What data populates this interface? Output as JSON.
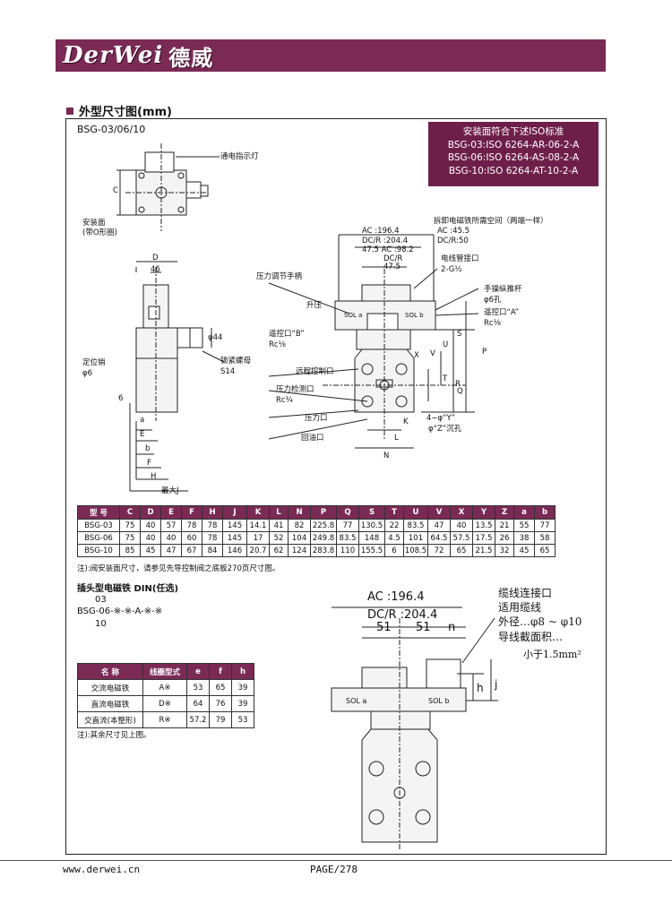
{
  "header": {
    "brand": "DerWei",
    "brand_cn": "德威"
  },
  "section": {
    "title": "外型尺寸图(mm)"
  },
  "model": "BSG-03/06/10",
  "iso_box": {
    "title": "安装面符合下述ISO标准",
    "lines": [
      "BSG-03:ISO 6264-AR-06-2-A",
      "BSG-06:ISO 6264-AS-08-2-A",
      "BSG-10:ISO 6264-AT-10-2-A"
    ]
  },
  "drawing_labels": {
    "power_lamp": "通电指示灯",
    "mount_face": "安装面",
    "o_ring": "(带O形圈)",
    "locate_pin": "定位销",
    "phi6": "φ6",
    "six": "6",
    "max_j": "最大J",
    "d": "D",
    "c": "C",
    "forty_six": "46",
    "phi44": "φ44",
    "lock_nut": "锁紧螺母",
    "s14": "S14",
    "a": "a",
    "e": "E",
    "b": "b",
    "f": "F",
    "h": "H",
    "space_note": "拆卸电磁铁所需空间（两端一样）",
    "ac_1964": "AC   :196.4",
    "ac_455": "AC   :45.5",
    "dcr_2044": "DC/R        :204.4",
    "ac_982": "47.5    AC    :98.2",
    "dcr_50": "DC/R:50",
    "dcr_475": "DC/R",
    "v475": "47.5",
    "conduit": "电线管接口",
    "g12": "2-G½",
    "handle_adj": "压力调节手柄",
    "raise": "升压",
    "manual_rod": "手操纵推杆",
    "phi6_hole": "φ6孔",
    "remote_a": "遥控口“A”",
    "rc18_a": "Rc⅛",
    "remote_b": "遥控口“B”",
    "rc18_b": "Rc⅛",
    "remote_ctrl": "远程控制口",
    "press_check": "压力检测口",
    "rc14": "Rc¼",
    "press_port": "压力口",
    "return_port": "回油口",
    "four_phi_y": "4−φ“Y”",
    "phi_z": "φ“Z”沉孔",
    "sol_a": "SOL a",
    "sol_b": "SOL b",
    "p": "P",
    "s": "S",
    "r": "R",
    "u": "U",
    "v": "V",
    "x": "X",
    "t": "T",
    "q": "Q",
    "k": "K",
    "l": "L",
    "n": "N"
  },
  "dim_table": {
    "headers": [
      "型 号",
      "C",
      "D",
      "E",
      "F",
      "H",
      "J",
      "K",
      "L",
      "N",
      "P",
      "Q",
      "S",
      "T",
      "U",
      "V",
      "X",
      "Y",
      "Z",
      "a",
      "b"
    ],
    "rows": [
      [
        "BSG-03",
        "75",
        "40",
        "57",
        "78",
        "78",
        "145",
        "14.1",
        "41",
        "82",
        "225.8",
        "77",
        "130.5",
        "22",
        "83.5",
        "47",
        "40",
        "13.5",
        "21",
        "55",
        "77"
      ],
      [
        "BSG-06",
        "75",
        "40",
        "40",
        "60",
        "78",
        "145",
        "17",
        "52",
        "104",
        "249.8",
        "83.5",
        "148",
        "4.5",
        "101",
        "64.5",
        "57.5",
        "17.5",
        "26",
        "38",
        "58"
      ],
      [
        "BSG-10",
        "85",
        "45",
        "47",
        "67",
        "84",
        "146",
        "20.7",
        "62",
        "124",
        "283.8",
        "110",
        "155.5",
        "6",
        "108.5",
        "72",
        "65",
        "21.5",
        "32",
        "45",
        "65"
      ]
    ],
    "note": "注):阀安装面尺寸，请参见先导控制阀之底板270页尺寸图。"
  },
  "plug": {
    "title": "插头型电磁铁 DIN(任选)",
    "code_top": "03",
    "code_main": "BSG-06-※-※-A-※-※",
    "code_bottom": "10"
  },
  "coil_table": {
    "headers": [
      "名  称",
      "线圈型式",
      "e",
      "f",
      "h"
    ],
    "rows": [
      [
        "交流电磁铁",
        "A※",
        "53",
        "65",
        "39"
      ],
      [
        "直流电磁铁",
        "D※",
        "64",
        "76",
        "39"
      ],
      [
        "交直流(本整形)",
        "R※",
        "57.2",
        "79",
        "53"
      ]
    ],
    "note": "注):其余尺寸见上图。"
  },
  "din_labels": {
    "ac": "AC   :196.4",
    "dcr": "DC/R        :204.4",
    "d51a": "51",
    "d51b": "51",
    "n": "n",
    "cable_port": "缆线连接口",
    "cable": "适用缆线",
    "outer_dia": "外径…φ8 ~ φ10",
    "cross": "导线截面积…",
    "lt15": "小于1.5mm²",
    "h": "h",
    "j": "j",
    "sol_a": "SOL a",
    "sol_b": "SOL b"
  },
  "footer": {
    "url": "www.derwei.cn",
    "page": "PAGE/278"
  },
  "colors": {
    "brand": "#7a2a55",
    "iso_box": "#6e1f49"
  }
}
